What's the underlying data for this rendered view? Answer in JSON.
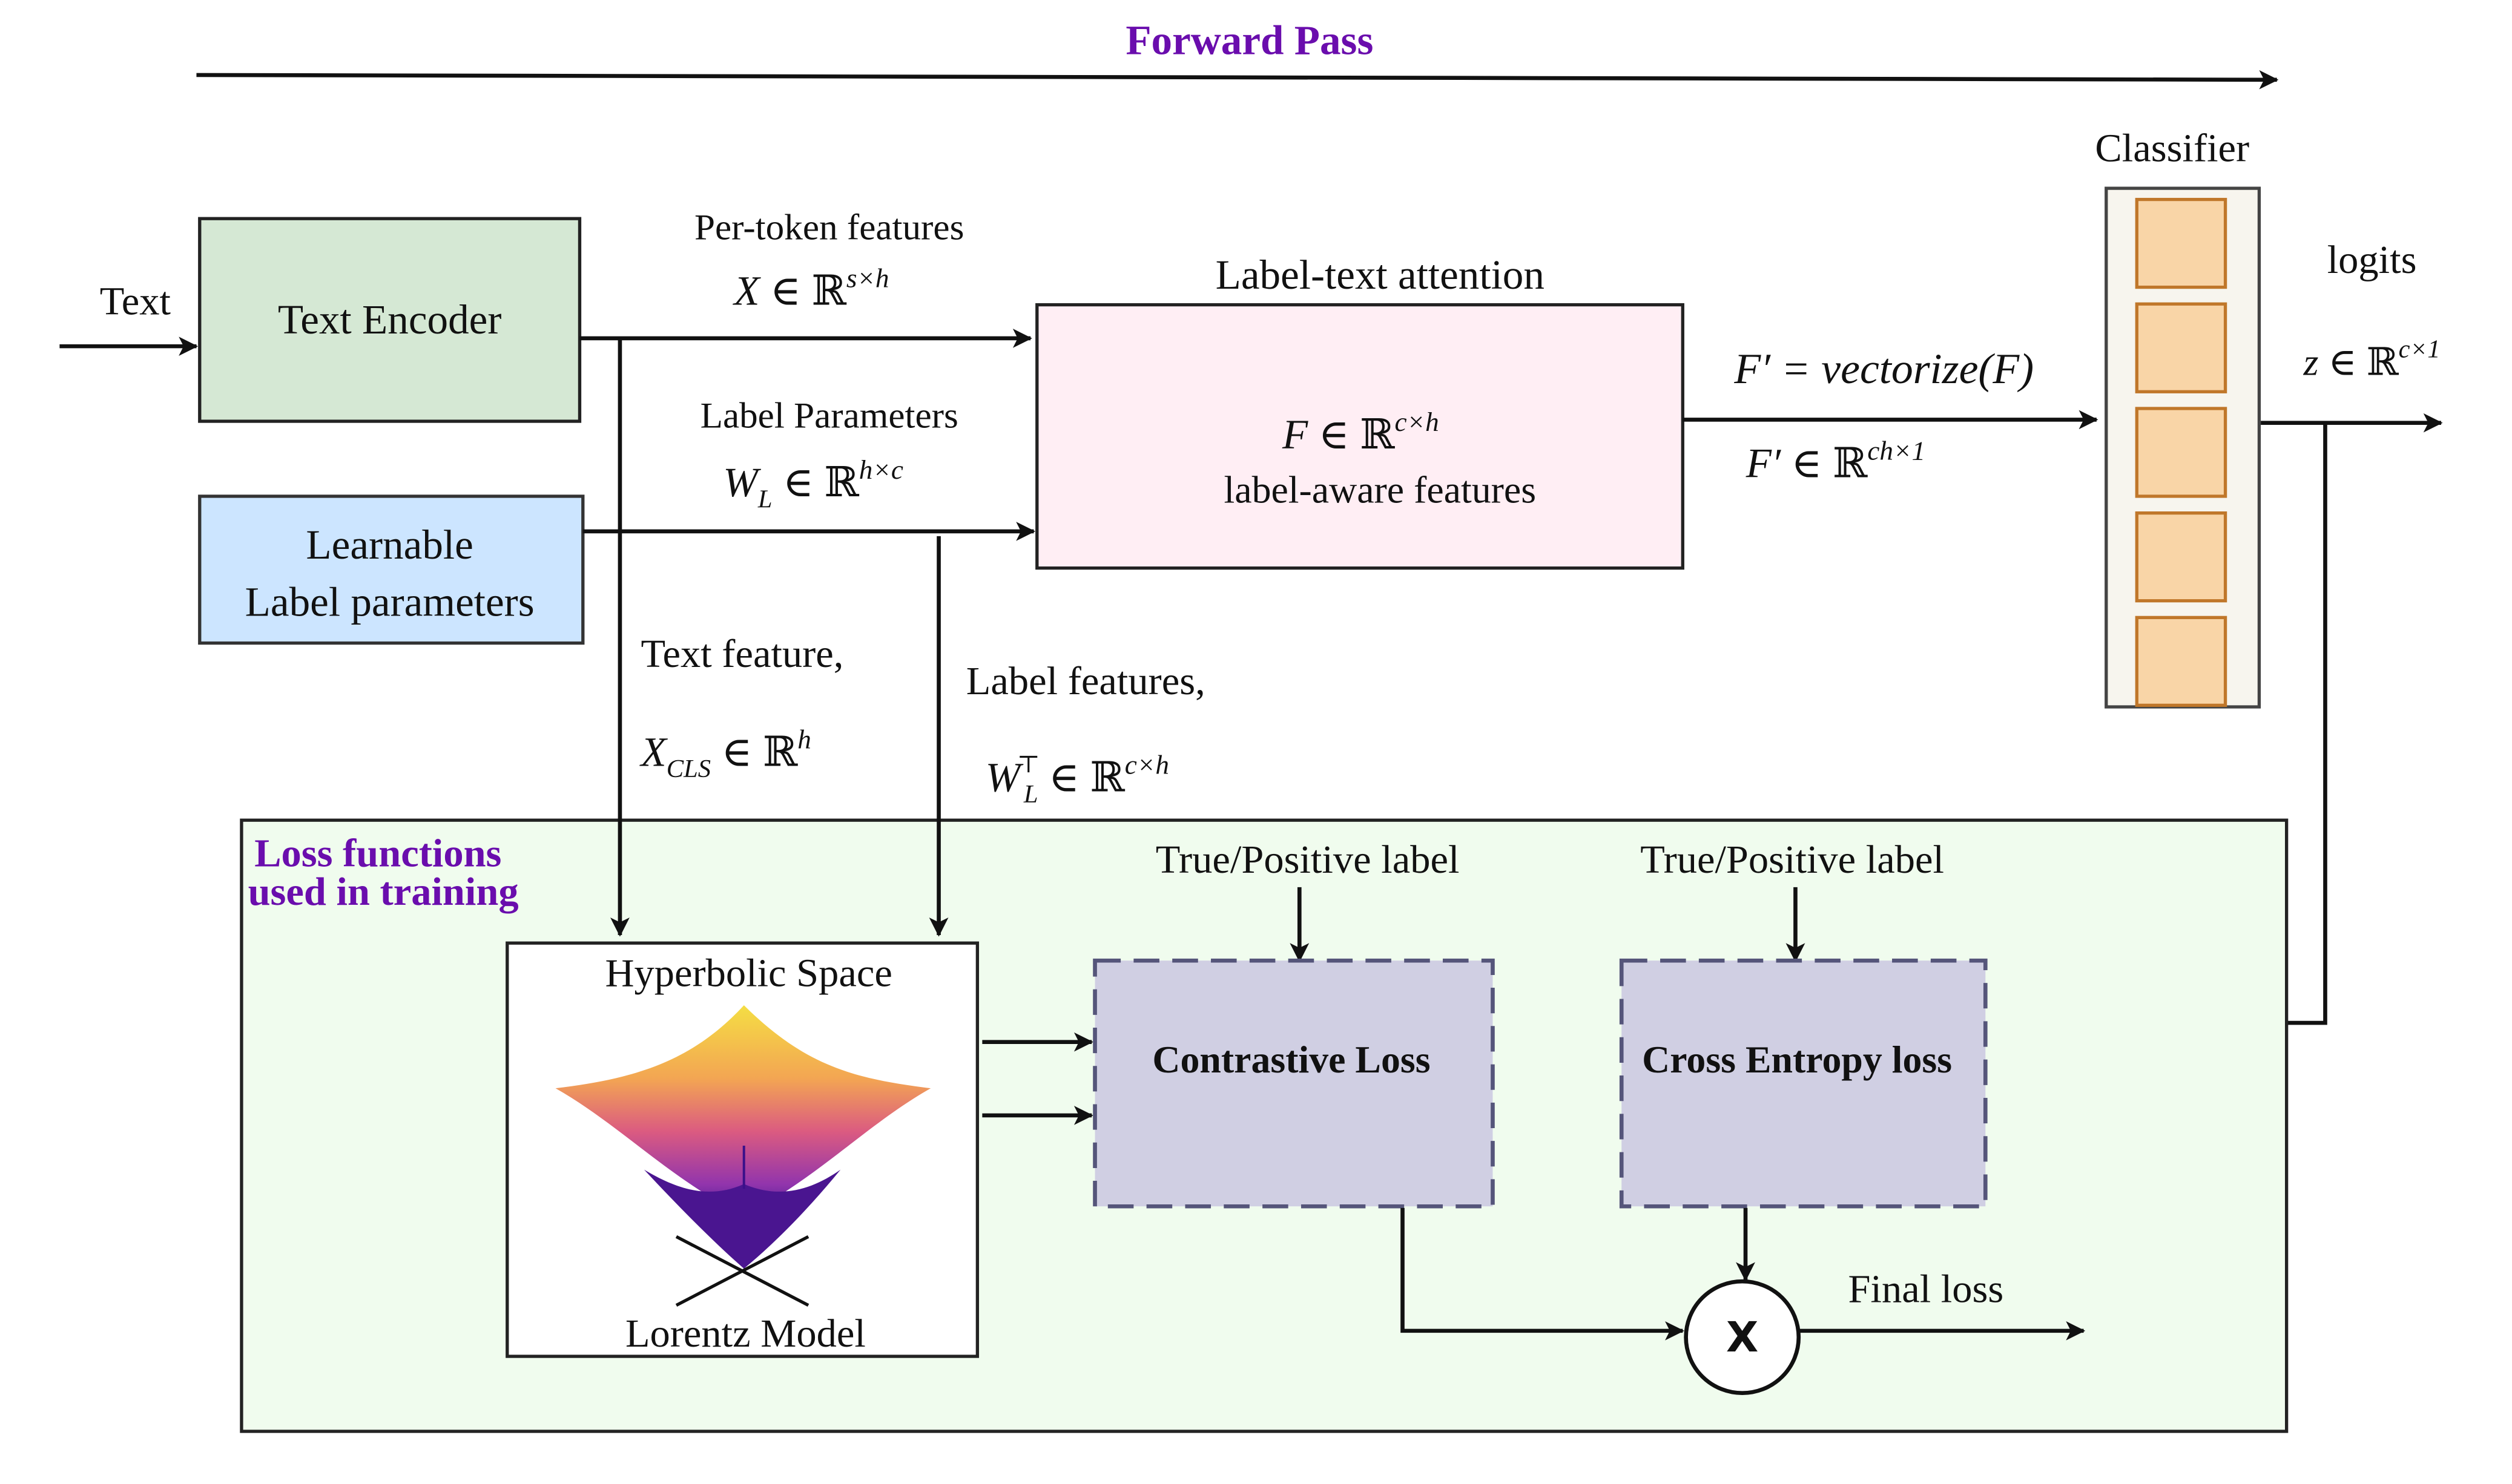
{
  "forward_pass": "Forward Pass",
  "input": {
    "text": "Text"
  },
  "text_encoder": {
    "label": "Text Encoder",
    "fill": "#d5e8d4"
  },
  "learnable": {
    "line1": "Learnable",
    "line2": "Label parameters",
    "fill": "#cce5ff"
  },
  "per_token": {
    "title": "Per-token features",
    "math_main": "X",
    "math_rest": " ∈ ℝ",
    "sup": "s×h"
  },
  "label_params": {
    "title": "Label Parameters",
    "math_main": "W",
    "sub": "L",
    "math_rest": " ∈ ℝ",
    "sup": "h×c"
  },
  "attention": {
    "title": "Label-text attention",
    "math_main": "F",
    "math_rest": " ∈ ℝ",
    "sup": "c×h",
    "caption": "label-aware features",
    "fill": "#ffeef4"
  },
  "vectorize": {
    "eq": "F′ = vectorize(F)",
    "math_main": "F′",
    "math_rest": " ∈ ℝ",
    "sup": "ch×1"
  },
  "classifier": {
    "title": "Classifier",
    "cells": 5,
    "cell_fill": "#f9d5a7",
    "cell_stroke": "#c0772a",
    "panel_fill": "#f7f5ee"
  },
  "logits": {
    "title": "logits",
    "math_main": "z",
    "math_rest": " ∈ ℝ",
    "sup": "c×1"
  },
  "text_feature": {
    "title": "Text feature,",
    "math_main": "X",
    "sub": "CLS",
    "math_rest": " ∈ ℝ",
    "sup": "h"
  },
  "label_features": {
    "title": "Label features,",
    "math_main": "W",
    "sub": "L",
    "sup": "⊤",
    "math_rest": " ∈ ℝ",
    "sup2": "c×h"
  },
  "loss_panel": {
    "line1": "Loss functions",
    "line2": "used in training",
    "fill": "#f0fcee"
  },
  "hyperbolic": {
    "title": "Hyperbolic Space",
    "caption": "Lorentz Model"
  },
  "contrastive": {
    "label": "Contrastive Loss",
    "input_label": "True/Positive label",
    "fill": "#d0cfe3"
  },
  "cross_entropy": {
    "label": "Cross Entropy loss",
    "input_label": "True/Positive label",
    "fill": "#d0cfe3"
  },
  "combine": {
    "symbol": "X"
  },
  "final_loss": "Final loss",
  "colors": {
    "title_purple": "#6a0dad",
    "stroke": "#111111",
    "dash_stroke": "#55557a"
  }
}
